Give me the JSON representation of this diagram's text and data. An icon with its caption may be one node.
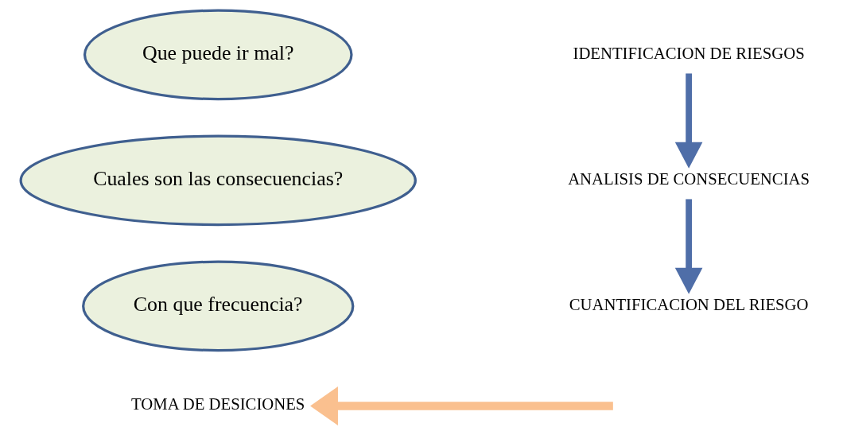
{
  "diagram": {
    "nodes": [
      {
        "text": [
          "Que puede ir mal?"
        ]
      },
      {
        "text": [
          "Cuales son las consecuencias?"
        ]
      },
      {
        "text": [
          "Con que frecuencia?"
        ]
      },
      {
        "text": [
          "IDENTIFICACION DE RIESGOS"
        ]
      },
      {
        "text": [
          "ANALISIS DE CONSECUENCIAS"
        ]
      },
      {
        "text": [
          "CUANTIFICACION DEL RIESGO"
        ]
      },
      {
        "text": [
          "TOMA DE DESICIONES"
        ]
      }
    ],
    "edges": [
      {
        "from": 3,
        "to": 4,
        "arrow": "to"
      },
      {
        "from": 4,
        "to": 5,
        "arrow": "to"
      },
      {
        "from": null,
        "to": 6,
        "arrow": "to",
        "color": "#fac08f"
      }
    ]
  }
}
